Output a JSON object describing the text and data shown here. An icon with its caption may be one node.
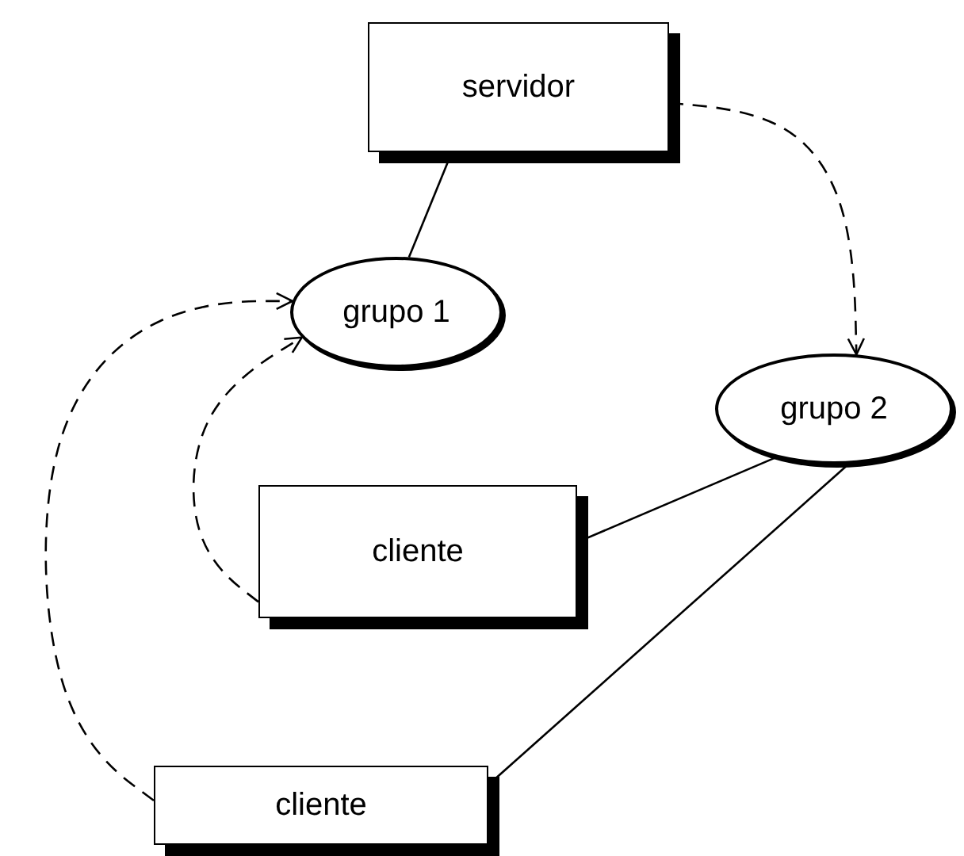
{
  "diagram": {
    "nodes": [
      {
        "text": [
          "servidor"
        ]
      },
      {
        "text": [
          "grupo 1"
        ]
      },
      {
        "text": [
          "grupo 2"
        ]
      },
      {
        "text": [
          "cliente"
        ]
      },
      {
        "text": [
          "cliente"
        ]
      }
    ],
    "edges": [
      {
        "from": 0,
        "to": 1,
        "arrow": "none"
      },
      {
        "from": 0,
        "to": 2,
        "arrow": "to",
        "style": "dashed"
      },
      {
        "from": 3,
        "to": 1,
        "arrow": "to",
        "style": "dashed"
      },
      {
        "from": 4,
        "to": 1,
        "arrow": "to",
        "style": "dashed"
      },
      {
        "from": 3,
        "to": 2,
        "arrow": "none"
      },
      {
        "from": 4,
        "to": 2,
        "arrow": "none"
      }
    ]
  }
}
